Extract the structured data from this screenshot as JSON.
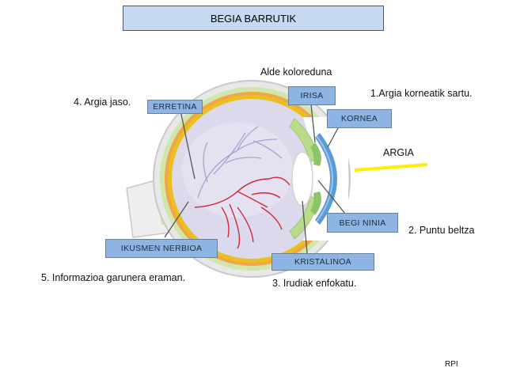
{
  "title": "BEGIA BARRUTIK",
  "labels": {
    "erretina": "ERRETINA",
    "irisa": "IRISA",
    "kornea": "KORNEA",
    "begi_ninia": "BEGI NINIA",
    "kristalinoa": "KRISTALINOA",
    "ikusmen_nerbioa": "IKUSMEN NERBIOA"
  },
  "notes": {
    "alde_koloreduna": "Alde koloreduna",
    "step1": "1.Argia korneatik sartu.",
    "step2": "2. Puntu beltza",
    "step3": "3. Irudiak enfokatu.",
    "step4": "4. Argia jaso.",
    "step5": "5. Informazioa garunera eraman.",
    "argia": "ARGIA",
    "footer": "RPI"
  },
  "colors": {
    "title_fill": "#c6d9f1",
    "label_fill": "#8eb4e3",
    "light_ray": "#ffee00",
    "vitreous": "#d9d6ea",
    "retina": "#e8c11f",
    "choroid": "#f2a54a",
    "sclera": "#e9e9e9",
    "iris_green": "#b9dc8a",
    "cornea": "#5b9bd5",
    "vessels": "#d0283a"
  }
}
